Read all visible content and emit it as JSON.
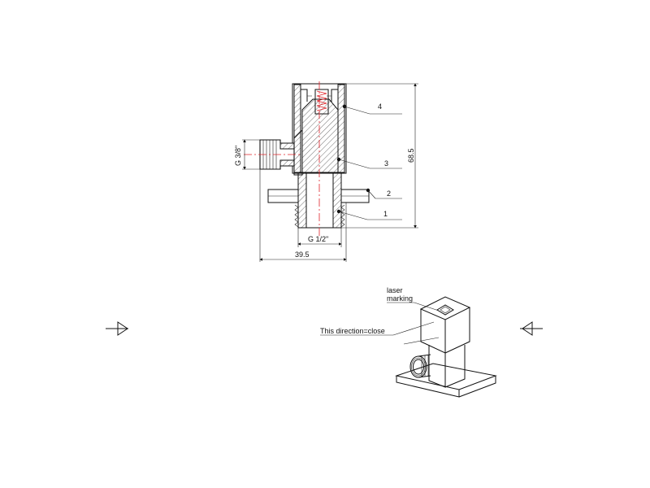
{
  "dimensions": {
    "height": "68.5",
    "width": "39.5",
    "outlet_thread": "G 3/8\"",
    "inlet_thread": "G 1/2\""
  },
  "part_numbers": [
    "4",
    "3",
    "2",
    "1"
  ],
  "iso_notes": {
    "laser_line1": "laser",
    "laser_line2": "marking",
    "direction": "This direction=close"
  },
  "colors": {
    "line": "#111111",
    "centerline": "#e0242a",
    "background": "#ffffff"
  }
}
